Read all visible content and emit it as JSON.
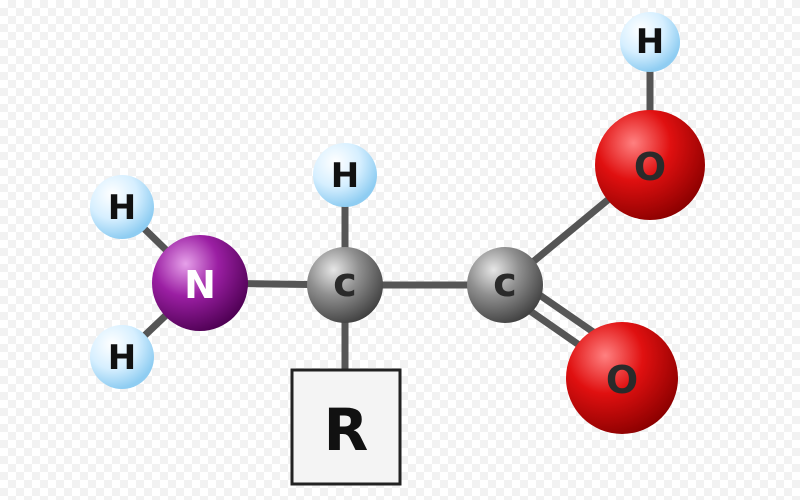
{
  "molecule": {
    "atoms": [
      {
        "id": "h_top",
        "element": "H",
        "label": "H",
        "color": "#bfe6ff"
      },
      {
        "id": "o_top",
        "element": "O",
        "label": "O",
        "color": "#e01010"
      },
      {
        "id": "h_alpha",
        "element": "H",
        "label": "H",
        "color": "#bfe6ff"
      },
      {
        "id": "h_amine_top",
        "element": "H",
        "label": "H",
        "color": "#bfe6ff"
      },
      {
        "id": "n",
        "element": "N",
        "label": "N",
        "color": "#8e1a93"
      },
      {
        "id": "c_alpha",
        "element": "C",
        "label": "c",
        "color": "#8a8a8a"
      },
      {
        "id": "c_carboxyl",
        "element": "C",
        "label": "c",
        "color": "#8a8a8a"
      },
      {
        "id": "h_amine_bottom",
        "element": "H",
        "label": "H",
        "color": "#bfe6ff"
      },
      {
        "id": "o_bottom",
        "element": "O",
        "label": "O",
        "color": "#e01010"
      }
    ],
    "side_chain": {
      "label": "R"
    }
  }
}
